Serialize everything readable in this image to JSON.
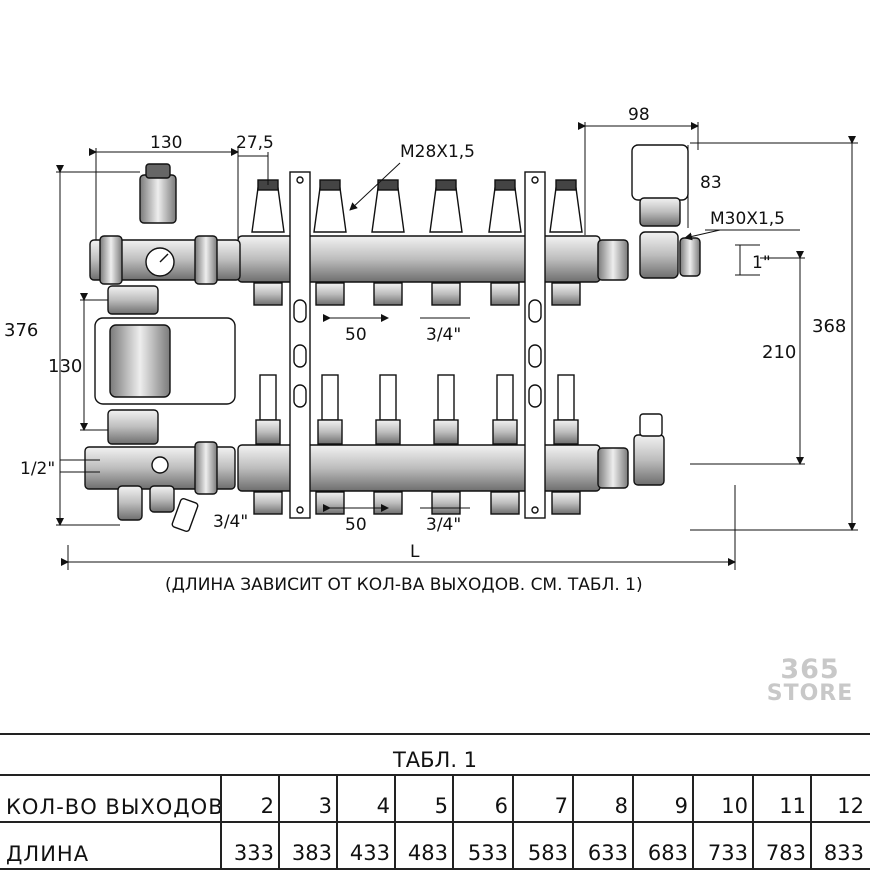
{
  "drawing": {
    "dims": {
      "d130_top": "130",
      "d27_5": "27,5",
      "m28": "M28X1,5",
      "d98": "98",
      "d83": "83",
      "m30": "M30X1,5",
      "d1in": "1\"",
      "d368": "368",
      "d210": "210",
      "d376": "376",
      "d130_left": "130",
      "d50_top": "50",
      "d34_top": "3/4\"",
      "d50_bot": "50",
      "d34_bot": "3/4\"",
      "d34_drain": "3/4\"",
      "d12": "1/2\"",
      "dL": "L"
    },
    "caption": "(ДЛИНА ЗАВИСИТ ОТ КОЛ-ВА ВЫХОДОВ. СМ. ТАБЛ. 1)"
  },
  "watermark": {
    "number": "365",
    "word": "STORE"
  },
  "table": {
    "title": "ТАБЛ. 1",
    "row1_label": "КОЛ-ВО ВЫХОДОВ",
    "row2_label": "ДЛИНА",
    "outlets": [
      "2",
      "3",
      "4",
      "5",
      "6",
      "7",
      "8",
      "9",
      "10",
      "11",
      "12"
    ],
    "lengths": [
      "333",
      "383",
      "433",
      "483",
      "533",
      "583",
      "633",
      "683",
      "733",
      "783",
      "833"
    ]
  },
  "colors": {
    "line": "#111111",
    "body": "#ffffff",
    "metal": "#9a9a9a",
    "watermark": "#c8c8c8"
  }
}
